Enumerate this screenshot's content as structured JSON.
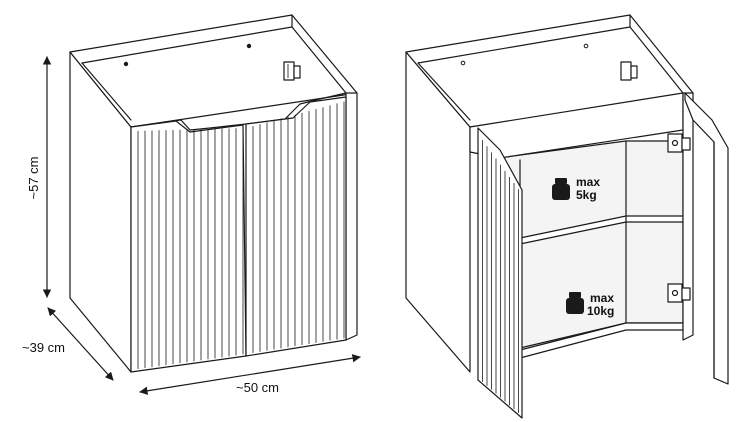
{
  "dimensions": {
    "height_label": "~57 cm",
    "depth_label": "~39 cm",
    "width_label": "~50 cm"
  },
  "shelves": {
    "upper": {
      "line1": "max",
      "line2": "5kg"
    },
    "lower": {
      "line1": "max",
      "line2": "10kg"
    }
  }
}
